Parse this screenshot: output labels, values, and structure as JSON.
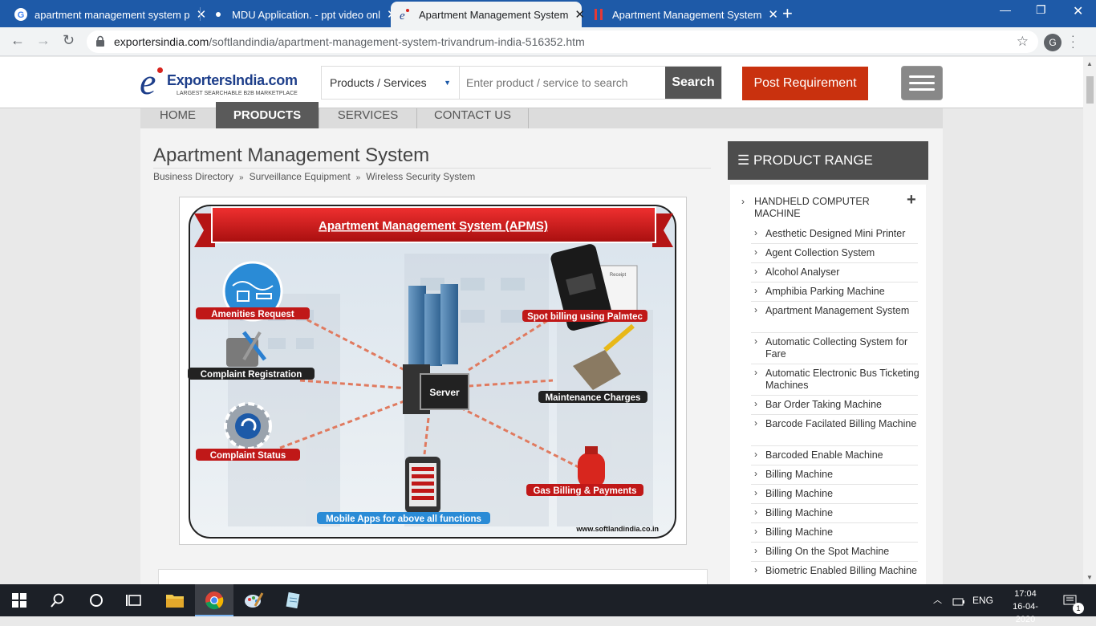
{
  "browser": {
    "tabs": [
      {
        "title": "apartment management system p",
        "icon": "google-icon",
        "active": false
      },
      {
        "title": "MDU Application. - ppt video onl",
        "icon": "slideplayer-icon",
        "active": false
      },
      {
        "title": "Apartment Management System",
        "icon": "exportersindia-icon",
        "active": true
      },
      {
        "title": "Apartment Management System",
        "icon": "pause-icon",
        "active": false
      }
    ],
    "url_domain": "exportersindia.com",
    "url_path": "/softlandindia/apartment-management-system-trivandrum-india-516352.htm",
    "profile_initial": "G"
  },
  "site": {
    "logo_name": "ExportersIndia.com",
    "logo_tagline": "LARGEST SEARCHABLE B2B MARKETPLACE",
    "search_category": "Products / Services",
    "search_placeholder": "Enter product / service to search",
    "search_button": "Search",
    "post_requirement": "Post Requirement",
    "nav": [
      "HOME",
      "PRODUCTS",
      "SERVICES",
      "CONTACT US"
    ],
    "nav_active": "PRODUCTS"
  },
  "product": {
    "title": "Apartment Management System",
    "breadcrumb": [
      "Business Directory",
      "Surveillance Equipment",
      "Wireless Security System"
    ],
    "image": {
      "banner": "Apartment Management System (APMS)",
      "labels": {
        "amenities": "Amenities Request",
        "complaint_reg": "Complaint Registration",
        "complaint_status": "Complaint Status",
        "server": "Server",
        "spot_billing": "Spot billing using Palmtec",
        "maintenance": "Maintenance Charges",
        "gas": "Gas Billing & Payments",
        "mobile": "Mobile Apps for above all functions",
        "website": "www.softlandindia.co.in",
        "receipt": "Receipt"
      }
    }
  },
  "sidebar": {
    "heading": "PRODUCT RANGE",
    "category": "HANDHELD COMPUTER MACHINE",
    "items": [
      "Aesthetic Designed Mini Printer",
      "Agent Collection System",
      "Alcohol Analyser",
      "Amphibia Parking Machine",
      "Apartment Management System",
      "Automatic Collecting System for Fare",
      "Automatic Electronic Bus Ticketing Machines",
      "Bar Order Taking Machine",
      "Barcode Facilated Billing Machine",
      "Barcoded Enable Machine",
      "Billing Machine",
      "Billing Machine",
      "Billing Machine",
      "Billing Machine",
      "Billing On the Spot Machine",
      "Biometric Enabled Billing Machine"
    ]
  },
  "taskbar": {
    "lang": "ENG",
    "time": "17:04",
    "date": "16-04-2020",
    "notifications": "1"
  }
}
